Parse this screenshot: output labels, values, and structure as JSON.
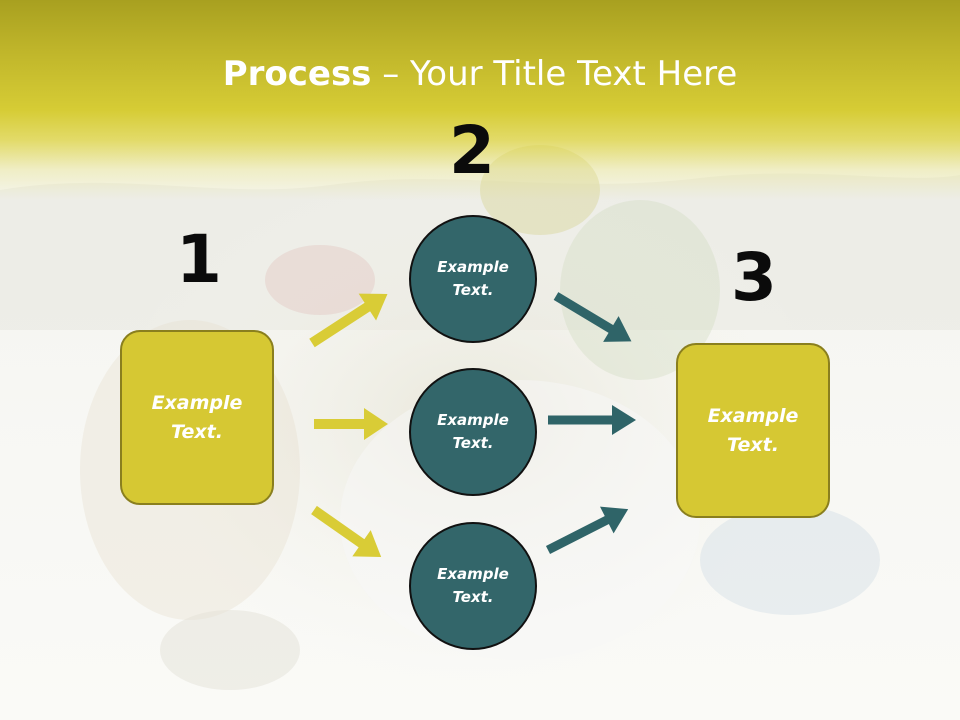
{
  "title": {
    "strong": "Process",
    "rest": " – Your Title Text Here"
  },
  "steps": [
    {
      "number": "1"
    },
    {
      "number": "2"
    },
    {
      "number": "3"
    }
  ],
  "boxes": {
    "left": "Example Text.",
    "right": "Example Text."
  },
  "circles": [
    {
      "text": "Example Text."
    },
    {
      "text": "Example Text."
    },
    {
      "text": "Example Text."
    }
  ],
  "colors": {
    "yellow": "#d6c833",
    "teal": "#33666a",
    "header": "#c4ba2c"
  }
}
